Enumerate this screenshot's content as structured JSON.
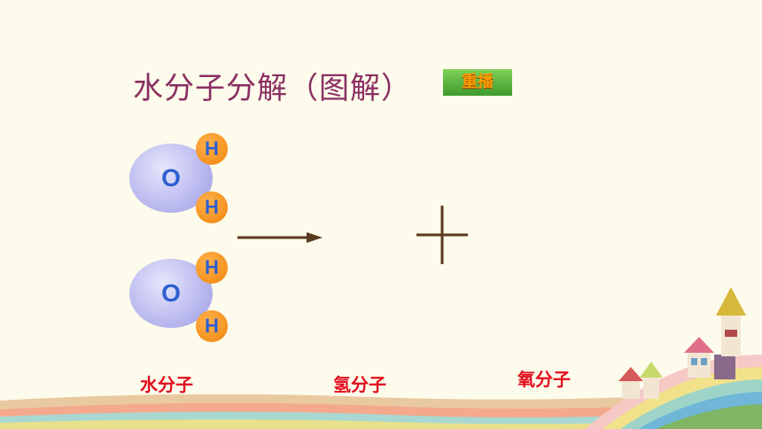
{
  "slide": {
    "title": "水分子分解（图解）",
    "replay_label": "重播"
  },
  "molecules": [
    {
      "oxygen": "O",
      "hydrogen_top": "H",
      "hydrogen_bottom": "H"
    },
    {
      "oxygen": "O",
      "hydrogen_top": "H",
      "hydrogen_bottom": "H"
    }
  ],
  "labels": {
    "water": "水分子",
    "hydrogen": "氢分子",
    "oxygen": "氧分子"
  },
  "colors": {
    "background": "#fdfbeb",
    "title": "#8a2f62",
    "label": "#e10c1c",
    "oxygen_atom": "#bdbcf0",
    "hydrogen_atom": "#f5911e",
    "atom_text": "#2e5fd0",
    "arrow": "#5a3a1e"
  }
}
